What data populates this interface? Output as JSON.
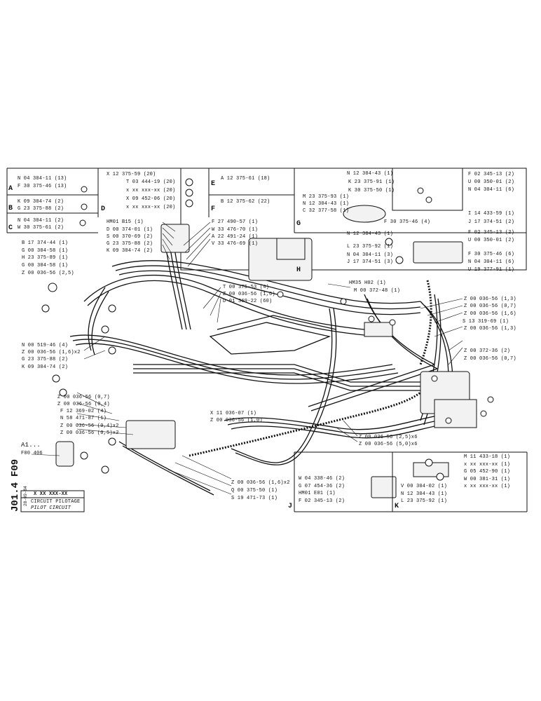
{
  "panel_A": {
    "letter": "A",
    "lines": [
      "N 04 304-11 (13)",
      "F 30 375-46 (13)"
    ]
  },
  "panel_B": {
    "letter": "B",
    "lines": [
      "K 09 304-74 (2)",
      "G 23 375-88 (2)"
    ]
  },
  "panel_C": {
    "letter": "C",
    "lines": [
      "N 04 304-11 (2)",
      "W 30 375-61 (2)"
    ]
  },
  "panel_D": {
    "letter": "D",
    "lines": [
      "X 12 375-59 (20)",
      "T 03 444-19 (20)",
      "x xx xxx-xx (20)",
      "X 09 452-06 (20)",
      "x xx xxx-xx (20)"
    ]
  },
  "panel_E": {
    "letter": "E",
    "lines": [
      "A 12 375-61 (18)"
    ]
  },
  "panel_F": {
    "letter": "F",
    "lines": [
      "B 12 375-62 (22)"
    ]
  },
  "panel_G": {
    "letter": "G",
    "lines": [
      "N 12 304-43 (1)",
      "K 23 375-91 (1)",
      "K 30 375-50 (1)",
      "M 23 375-93 (1)",
      "N 12 304-43 (1)",
      "C 32 377-58 (1)"
    ],
    "right_lines": [
      "F 02 345-13 (2)",
      "U 00 350-01 (2)",
      "N 04 304-11 (6)",
      "I 14 433-59 (1)",
      "F 30 375-46 (4)",
      "J 17 374-51 (2)"
    ]
  },
  "panel_H": {
    "letter": "H",
    "lines": [
      "N 12 304-43 (1)",
      "L 23 375-92 (1)",
      "N 04 304-11 (3)",
      "J 17 374-51 (3)"
    ],
    "right_lines": [
      "F 02 345-13 (2)",
      "U 00 350-01 (2)",
      "F 30 375-46 (6)",
      "N 04 304-11 (6)",
      "U 19 377-91 (1)"
    ]
  },
  "panel_J": {
    "letter": "J",
    "lines": [
      "W 04 338-46 (2)",
      "G 07 454-36 (2)",
      "HM01 E01 (1)",
      "F 02 345-13 (2)"
    ]
  },
  "panel_K": {
    "letter": "K",
    "lines": [
      "M 11 433-18 (1)",
      "x xx xxx-xx (1)",
      "G 05 452-90 (1)",
      "W 00 381-31 (1)",
      "V 00 304-02 (1)",
      "x xx xxx-xx (1)",
      "N 12 304-43 (1)",
      "L 23 375-92 (1)"
    ]
  },
  "center_top_labels": [
    "HM01 B15 (1)",
    "D 00 374-01 (1)",
    "S 00 370-69 (2)",
    "G 23 375-88 (2)",
    "K 09 304-74 (2)"
  ],
  "mid_labels": [
    "F 27 490-57 (1)",
    "W 33 476-70 (1)",
    "A 22 491-24 (1)",
    "V 33 476-69 (1)",
    "T 00 375-53 (4)",
    "Z 00 036-56 (1,6)",
    "D 01 369-22 (60)"
  ],
  "left_labels": [
    "B 17 374-44 (1)",
    "G 00 304-58 (1)",
    "H 23 375-89 (1)",
    "G 00 304-58 (1)",
    "Z 00 036-56 (2,5)"
  ],
  "left_mid_labels": [
    "N 00 519-46 (4)",
    "Z 00 036-56 (1,6)x2",
    "G 23 375-88 (2)",
    "K 09 304-74 (2)"
  ],
  "lower_left_labels": [
    "Z 00 036-56 (0,7)",
    "Z 00 036-56 (0,4)",
    "F 12 369-02 (4)",
    "N 58 471-87 (1)",
    "Z 00 036-56 (0,4)x2",
    "Z 00 036-56 (0,5)x2"
  ],
  "bottom_center_labels": [
    "X 11 036-07 (1)",
    "Z 00 036-56 (1,0)"
  ],
  "bottom_labels": [
    "Z 00 036-56 (1,6)x2",
    "Q 00 375-50 (1)",
    "S 19 471-73 (1)"
  ],
  "right_top_labels": [
    "HM35 H02 (1)",
    "M 00 372-48 (1)"
  ],
  "right_labels": [
    "Z 00 036-56 (1,3)",
    "Z 00 036-56 (0,7)",
    "Z 00 036-56 (1,6)",
    "Z 00 036-56 (1,3)",
    "S 13 319-69 (1)",
    "Z 00 372-36 (2)",
    "Z 00 036-56 (0,7)"
  ],
  "bottom_right_labels": [
    "Z 00 036-56 (2,5)x6",
    "Z 00 036-56 (5,0)x6"
  ],
  "a1_label": "A1...",
  "f00_label": "F00 406",
  "doc_code_1": "F09",
  "doc_code_2": "J01.4",
  "date_stamp": "28-09-84",
  "part_box": "X XX XXX-XX",
  "title_fr": "CIRCUIT PILOTAGE",
  "title_en": "PILOT CIRCUIT"
}
